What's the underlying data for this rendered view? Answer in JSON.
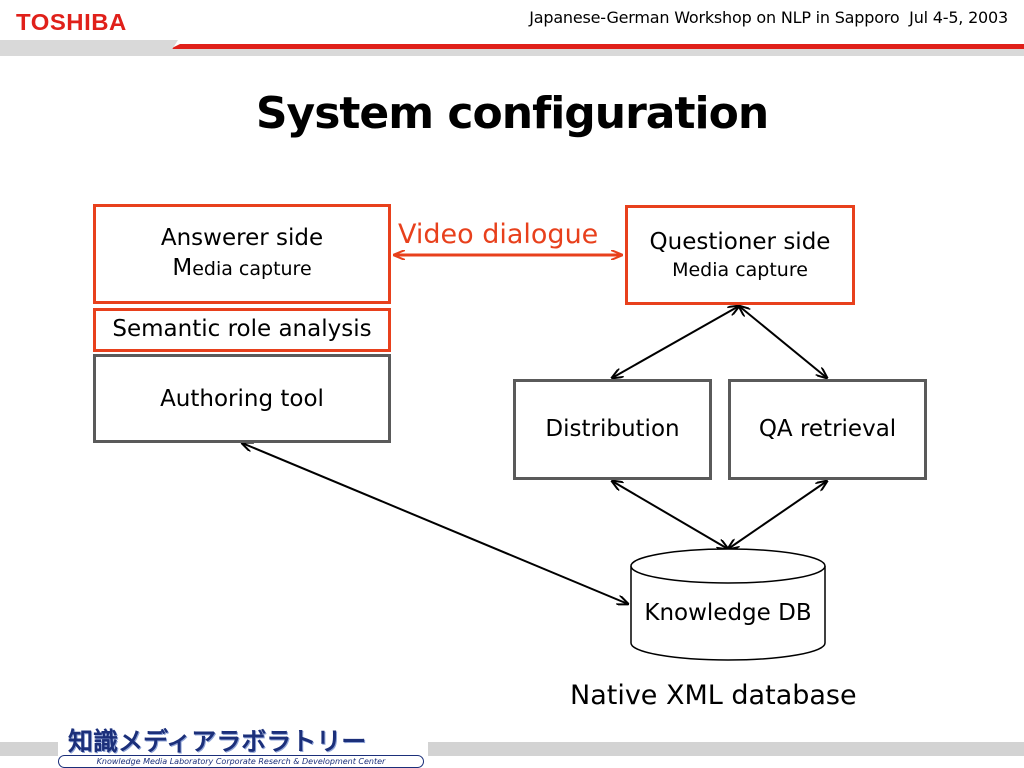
{
  "header": {
    "logo": "TOSHIBA",
    "event": "Japanese-German Workshop on NLP in Sapporo  Jul 4-5, 2003"
  },
  "title": "System configuration",
  "diagram": {
    "answerer": {
      "line1": "Answerer side",
      "line2_first": "M",
      "line2_rest": "edia capture"
    },
    "semantic": "Semantic role analysis",
    "authoring": "Authoring tool",
    "video_dialogue": "Video dialogue",
    "questioner": {
      "line1": "Questioner side",
      "line2": "Media capture"
    },
    "distribution": "Distribution",
    "qa_retrieval": "QA retrieval",
    "knowledge_db": "Knowledge DB",
    "native_xml": "Native XML database"
  },
  "footer": {
    "jp": "知識メディアラボラトリー",
    "en": "Knowledge Media Laboratory Corporate Reserch & Development Center"
  },
  "colors": {
    "accent": "#e8401c",
    "logo_red": "#e0201a",
    "box_gray": "#5a5a5a",
    "footer_blue": "#1b2f7a"
  }
}
